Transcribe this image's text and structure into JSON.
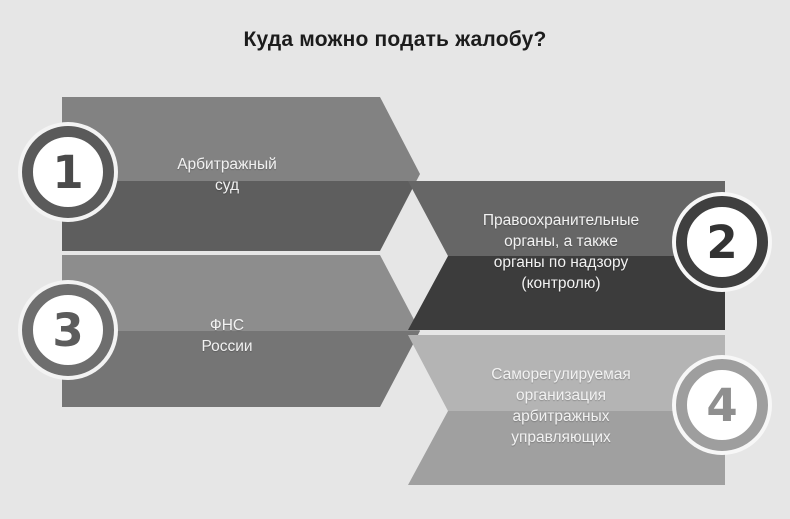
{
  "title": "Куда можно подать жалобу?",
  "background_color": "#e6e6e6",
  "title_color": "#1c1c1c",
  "steps": [
    {
      "number": "1",
      "label": "Арбитражный\nсуд",
      "color_top": "#828282",
      "color_bottom": "#5e5e5e",
      "badge_ring_color": "#5a5a5a",
      "side": "left"
    },
    {
      "number": "2",
      "label": "Правоохранительные\nорганы, а также\nорганы по надзору\n(контролю)",
      "color_top": "#666666",
      "color_bottom": "#3c3c3c",
      "badge_ring_color": "#3f3f3f",
      "side": "right"
    },
    {
      "number": "3",
      "label": "ФНС\nРоссии",
      "color_top": "#8d8d8d",
      "color_bottom": "#757575",
      "badge_ring_color": "#6e6e6e",
      "side": "left"
    },
    {
      "number": "4",
      "label": "Саморегулируемая\nорганизация\nарбитражных\nуправляющих",
      "color_top": "#b4b4b4",
      "color_bottom": "#a0a0a0",
      "badge_ring_color": "#9e9e9e",
      "side": "right"
    }
  ]
}
